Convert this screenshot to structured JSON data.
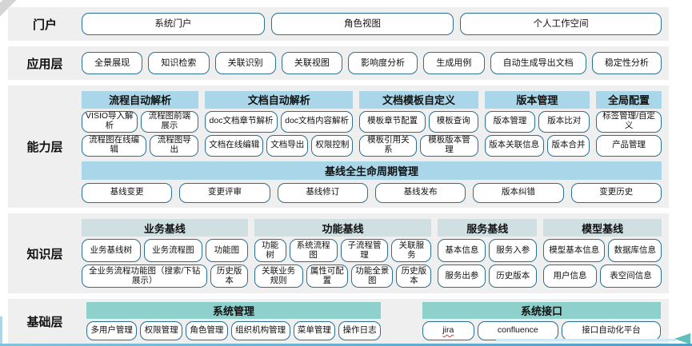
{
  "portal": {
    "label": "门户",
    "items": [
      "系统门户",
      "角色视图",
      "个人工作空间"
    ]
  },
  "application": {
    "label": "应用层",
    "items": [
      "全景展现",
      "知识检索",
      "关联识别",
      "关联视图",
      "影响度分析",
      "生成用例",
      "自动生成导出文档",
      "稳定性分析"
    ]
  },
  "capability": {
    "label": "能力层",
    "groups": [
      {
        "header": "流程自动解析",
        "rows": [
          [
            "VISIO导入解析",
            "流程图前端展示"
          ],
          [
            "流程图在线编辑",
            "流程图导出"
          ]
        ]
      },
      {
        "header": "文档自动解析",
        "rows": [
          [
            "doc文档章节解析",
            "doc文档内容解析"
          ],
          [
            "文档在线编辑",
            "文档导出",
            "权限控制"
          ]
        ]
      },
      {
        "header": "文档模板自定义",
        "rows": [
          [
            "模板章节配置",
            "模板查询"
          ],
          [
            "模板引用关系",
            "模板版本管理"
          ]
        ]
      },
      {
        "header": "版本管理",
        "rows": [
          [
            "版本管理",
            "版本比对"
          ],
          [
            "版本关联信息",
            "版本合并"
          ]
        ]
      },
      {
        "header": "全局配置",
        "rows": [
          [
            "标签管理/自定义"
          ],
          [
            "产品管理"
          ]
        ]
      }
    ],
    "baseline": {
      "header": "基线全生命周期管理",
      "items": [
        "基线变更",
        "变更评审",
        "基线修订",
        "基线发布",
        "版本纠错",
        "变更历史"
      ]
    }
  },
  "knowledge": {
    "label": "知识层",
    "groups": [
      {
        "header": "业务基线",
        "rows": [
          [
            "业务基线树",
            "业务流程图",
            "功能图"
          ],
          [
            "全业务流程功能图（搜索/下钻展示）",
            "历史版本"
          ]
        ]
      },
      {
        "header": "功能基线",
        "rows": [
          [
            "功能树",
            "系统流程图",
            "子流程管理",
            "关联服务"
          ],
          [
            "关联业务规则",
            "属性可配置",
            "功能全景图",
            "历史版本"
          ]
        ]
      },
      {
        "header": "服务基线",
        "rows": [
          [
            "基本信息",
            "服务入参"
          ],
          [
            "服务出参",
            "历史版本"
          ]
        ]
      },
      {
        "header": "模型基线",
        "rows": [
          [
            "模型基本信息",
            "数据库信息"
          ],
          [
            "用户信息",
            "表空间信息"
          ]
        ]
      }
    ]
  },
  "foundation": {
    "label": "基础层",
    "groups": [
      {
        "header": "系统管理",
        "rows": [
          [
            "多用户管理",
            "权限管理",
            "角色管理",
            "组织机构管理",
            "菜单管理",
            "操作日志"
          ]
        ]
      },
      {
        "header": "系统接口",
        "rows": [
          [
            "jira",
            "confluence",
            "接口自动化平台"
          ]
        ]
      }
    ]
  },
  "colors": {
    "band_bg": "#efefef",
    "box_border": "#2a7090",
    "header_blue": "#a9d7e9",
    "header_gray": "#cfdfe2",
    "header_teal": "#8ed0cc",
    "bottom_line": "#4d9fc4",
    "arrow_teal": "#63bfbc",
    "light_blue": "#cfe8f2"
  }
}
